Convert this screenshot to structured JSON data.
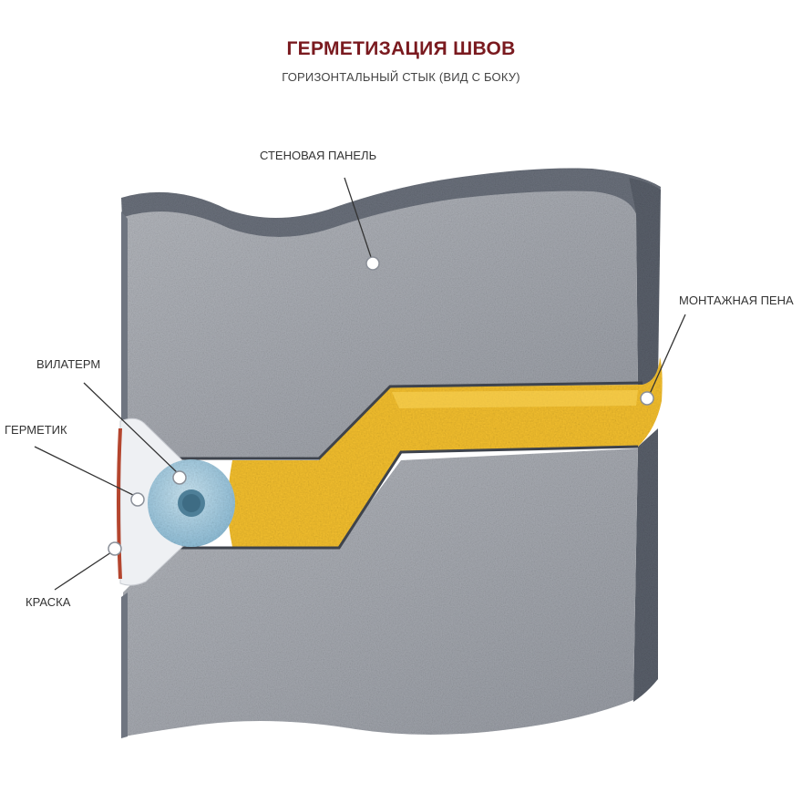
{
  "header": {
    "title": "ГЕРМЕТИЗАЦИЯ ШВОВ",
    "subtitle": "ГОРИЗОНТАЛЬНЫЙ СТЫК (ВИД С БОКУ)"
  },
  "labels": {
    "wall_panel": "СТЕНОВАЯ ПАНЕЛЬ",
    "mounting_foam": "МОНТАЖНАЯ ПЕНА",
    "vilaterm": "ВИЛАТЕРМ",
    "sealant": "ГЕРМЕТИК",
    "paint": "КРАСКА"
  },
  "colors": {
    "title": "#7a1a1f",
    "subtitle": "#444444",
    "label": "#333333",
    "concrete_light": "#a3a7ae",
    "concrete_dark": "#5f6571",
    "foam": "#f2be2e",
    "vilaterm": "#a9d0e4",
    "sealant": "#eef0f3",
    "paint": "#b4452e"
  }
}
